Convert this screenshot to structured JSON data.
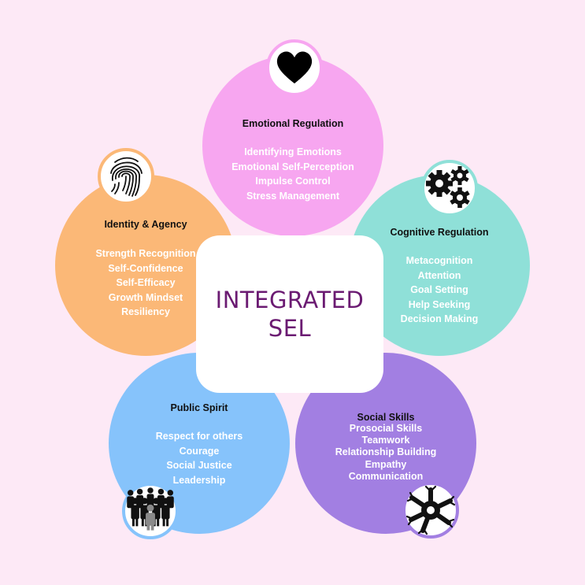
{
  "center": {
    "line1": "INTEGRATED",
    "line2": "SEL"
  },
  "emotional_regulation": {
    "title": "Emotional Regulation",
    "icon": "heart-icon",
    "items": [
      "Identifying Emotions",
      "Emotional Self-Perception",
      "Impulse Control",
      "Stress Management"
    ]
  },
  "identity_agency": {
    "title": "Identity & Agency",
    "icon": "fingerprint-icon",
    "items": [
      "Strength Recognition",
      "Self-Confidence",
      "Self-Efficacy",
      "Growth Mindset",
      "Resiliency"
    ]
  },
  "cognitive_regulation": {
    "title": "Cognitive Regulation",
    "icon": "gears-icon",
    "items": [
      "Metacognition",
      "Attention",
      "Goal Setting",
      "Help Seeking",
      "Decision Making"
    ]
  },
  "public_spirit": {
    "title": "Public Spirit",
    "icon": "people-group-icon",
    "items": [
      "Respect for others",
      "Courage",
      "Social Justice",
      "Leadership"
    ]
  },
  "social_skills": {
    "title": "Social Skills",
    "icon": "joined-hands-icon",
    "items": [
      "Prosocial Skills",
      "Teamwork",
      "Relationship Building",
      "Empathy",
      "Communication"
    ]
  },
  "colors": {
    "background": "#fde9f6",
    "emotional": "#f7a6f0",
    "identity": "#fbb877",
    "cognitive": "#8fe0d8",
    "public": "#86c3fb",
    "social": "#a27fe2",
    "center_text": "#6b1b72"
  }
}
